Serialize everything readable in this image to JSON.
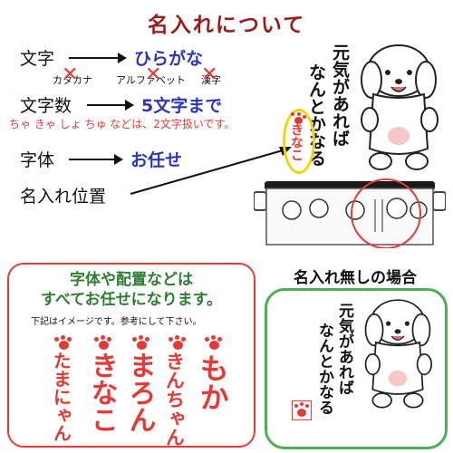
{
  "title": "名入れについて",
  "rows": {
    "moji_label": "文字",
    "moji_value": "ひらがな",
    "not_allowed": [
      "カタカナ",
      "アルファベット",
      "漢字"
    ],
    "mojisu_label": "文字数",
    "mojisu_value": "5文字まで",
    "note": "ちゃ きゃ しょ ちゅ などは、2文字扱いです。",
    "jitai_label": "字体",
    "jitai_value": "お任せ",
    "position_label": "名入れ位置"
  },
  "product_text": {
    "line1": "元気があれば",
    "line2": "なんとかなる",
    "name_sample": "きなこ"
  },
  "left_box": {
    "heading_line1": "字体や配置などは",
    "heading_line2": "すべてお任せになります。",
    "subnote": "下記はイメージです。参考にして下さい。",
    "samples": [
      "もか",
      "きんちゃん",
      "まろん",
      "きなこ",
      "たまにゃん"
    ]
  },
  "right_box": {
    "title": "名入れ無しの場合",
    "line1": "元気があれば",
    "line2": "なんとかなる"
  },
  "colors": {
    "title": "#9b1c1c",
    "value": "#2d36b3",
    "accent_red": "#e53935",
    "green": "#4caf50",
    "yellow": "#f2d600"
  }
}
